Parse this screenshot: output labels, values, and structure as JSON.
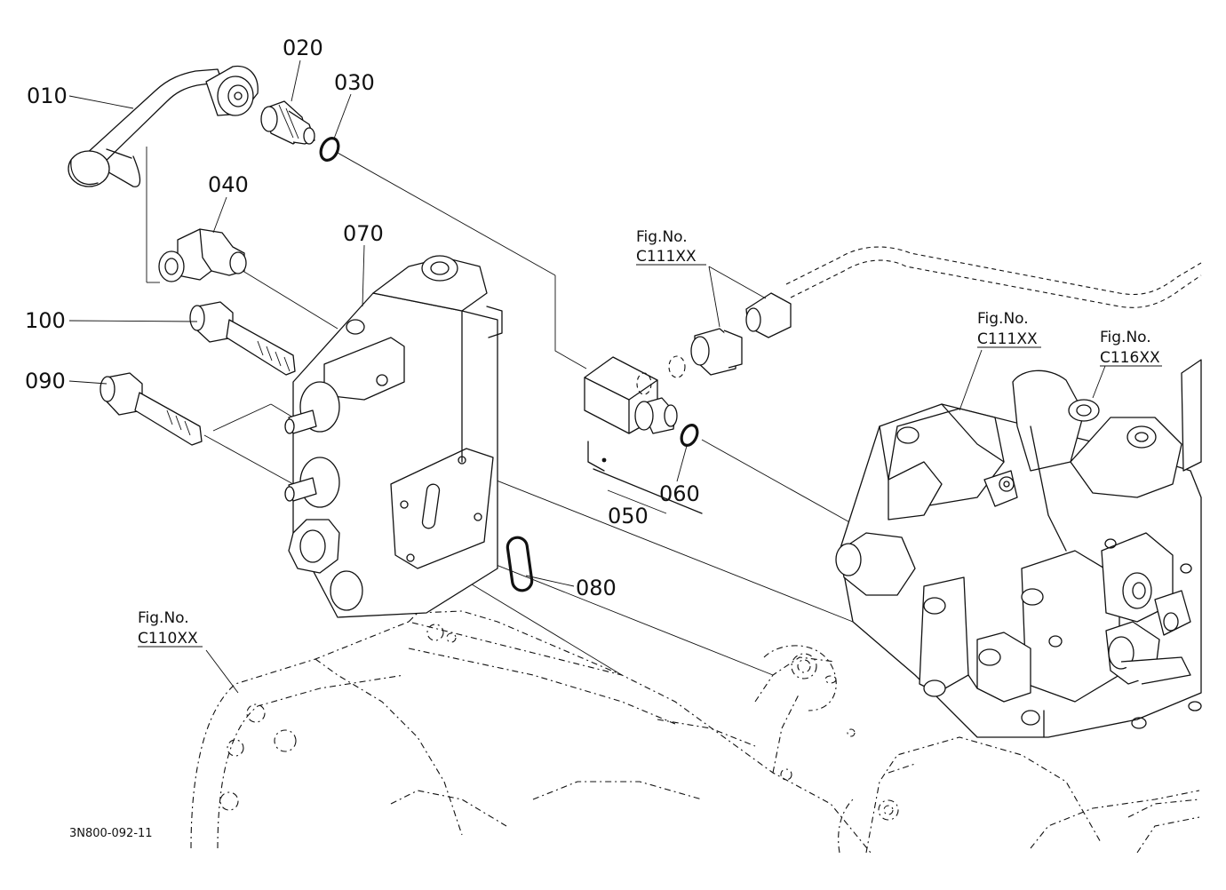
{
  "callouts": {
    "p010": "010",
    "p020": "020",
    "p030": "030",
    "p040": "040",
    "p050": "050",
    "p060": "060",
    "p070": "070",
    "p080": "080",
    "p090": "090",
    "p100": "100"
  },
  "figure_refs": {
    "fig_prefix": "Fig.No.",
    "ref_c111_upper": "C111XX",
    "ref_c111_lower": "C111XX",
    "ref_c116": "C116XX",
    "ref_c110": "C110XX"
  },
  "diagram_id": "3N800-092-11"
}
